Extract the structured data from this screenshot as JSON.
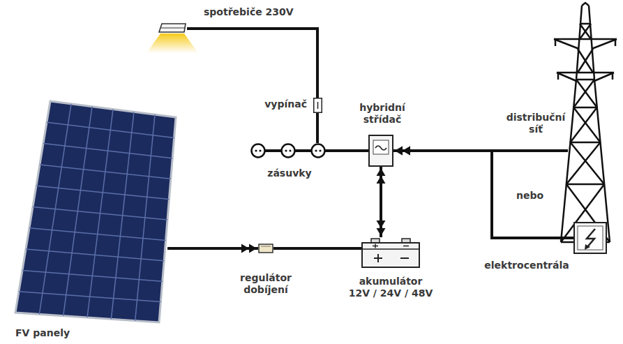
{
  "diagram": {
    "nodes": [
      {
        "text": [
          "spotřebiče 230V"
        ]
      },
      {
        "text": [
          "vypínač"
        ]
      },
      {
        "text": [
          "zásuvky"
        ]
      },
      {
        "text": [
          "hybridní střídač"
        ]
      },
      {
        "text": [
          "distribuční síť"
        ]
      },
      {
        "text": [
          "elektrocentrála"
        ]
      },
      {
        "text": [
          "FV panely"
        ]
      },
      {
        "text": [
          "regulátor dobíjení"
        ]
      },
      {
        "text": [
          "akumulátor 12V / 24V / 48V"
        ]
      }
    ],
    "edges": [
      {
        "from": 6,
        "to": 7,
        "arrow": "to"
      },
      {
        "from": 7,
        "to": 8,
        "arrow": "none"
      },
      {
        "from": 8,
        "to": 3,
        "arrow": "both"
      },
      {
        "from": 4,
        "to": 3,
        "arrow": "to"
      },
      {
        "from": 5,
        "to": 3,
        "arrow": "to"
      },
      {
        "from": 3,
        "to": 2,
        "arrow": "none"
      },
      {
        "from": 2,
        "to": 1,
        "arrow": "none"
      },
      {
        "from": 1,
        "to": 0,
        "arrow": "none"
      }
    ],
    "labels": [
      "nebo"
    ]
  }
}
